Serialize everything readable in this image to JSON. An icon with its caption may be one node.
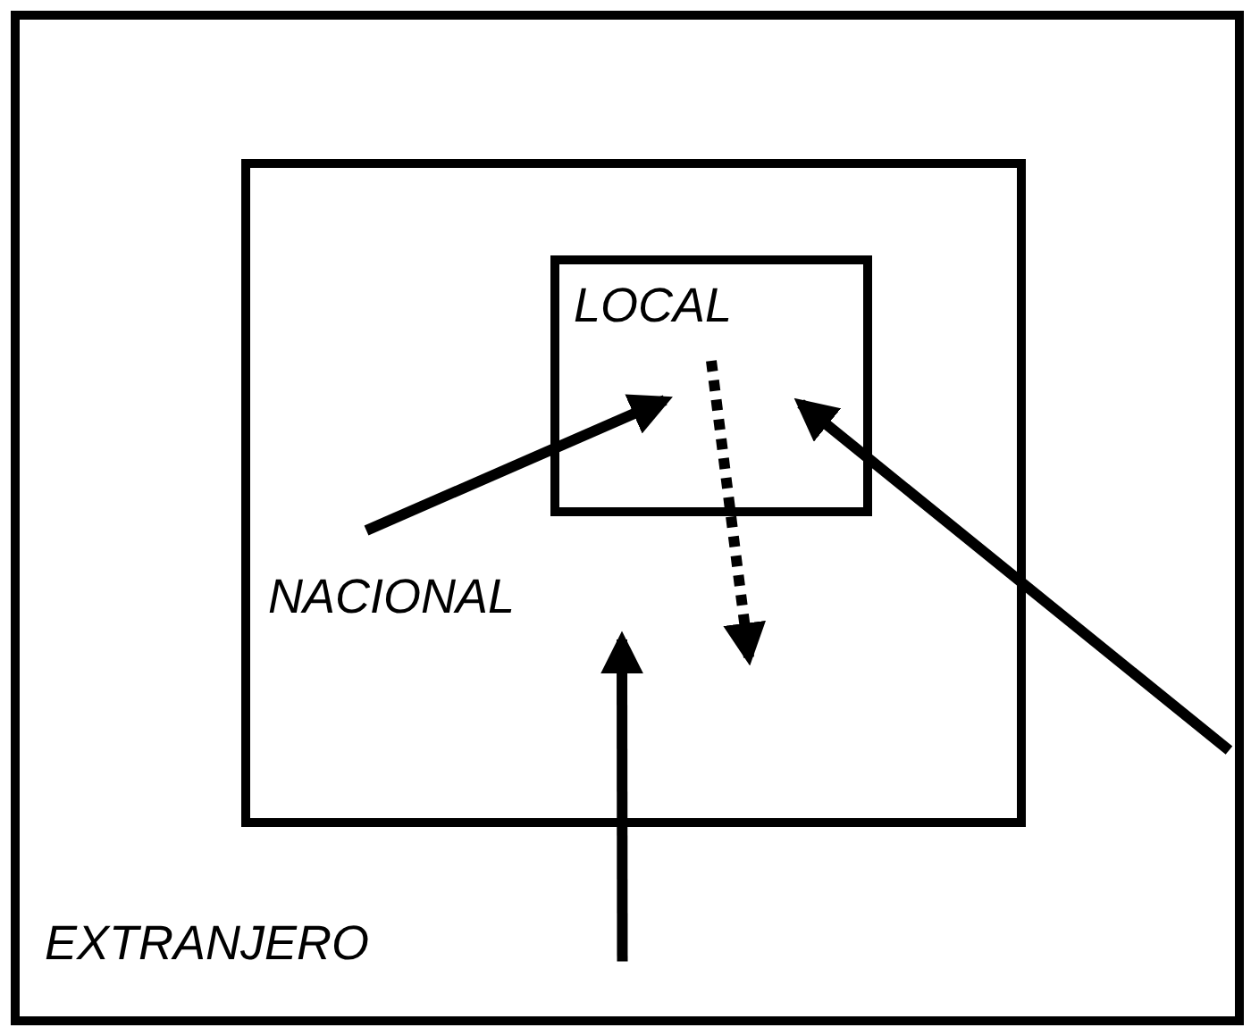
{
  "diagram": {
    "nodes": [
      {
        "text": [
          "EXTRANJERO"
        ]
      },
      {
        "text": [
          "NACIONAL"
        ],
        "in": 0
      },
      {
        "text": [
          "LOCAL"
        ],
        "in": 1
      }
    ],
    "edges": [
      {
        "from": null,
        "to": 2,
        "arrow": "to"
      },
      {
        "from": 2,
        "to": null,
        "arrow": "to",
        "style": "dashed"
      },
      {
        "from": 0,
        "to": 2,
        "arrow": "to"
      },
      {
        "from": 0,
        "to": null,
        "arrow": "to"
      }
    ]
  }
}
